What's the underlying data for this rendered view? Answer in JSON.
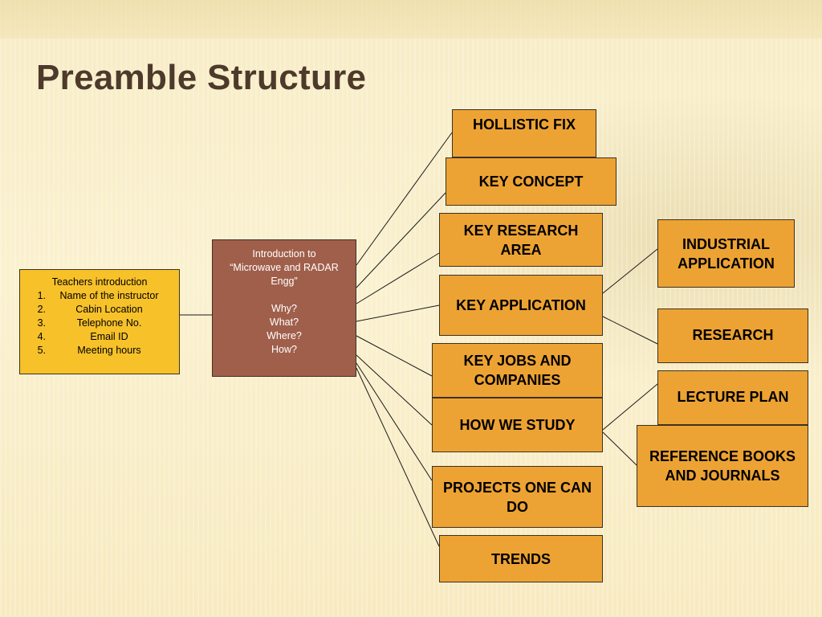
{
  "slide": {
    "title": "Preamble Structure"
  },
  "teacher_box": {
    "heading": "Teachers introduction",
    "items": [
      {
        "num": "1.",
        "text": "Name of the instructor"
      },
      {
        "num": "2.",
        "text": "Cabin Location"
      },
      {
        "num": "3.",
        "text": "Telephone No."
      },
      {
        "num": "4.",
        "text": "Email ID"
      },
      {
        "num": "5.",
        "text": "Meeting hours"
      }
    ]
  },
  "intro_box": {
    "lines": [
      "Introduction to",
      "“Microwave  and RADAR",
      "Engg”",
      "",
      "Why?",
      "What?",
      "Where?",
      "How?"
    ]
  },
  "topics": {
    "hollistic_fix": "HOLLISTIC FIX",
    "key_concept": "KEY CONCEPT",
    "key_research_area": "KEY RESEARCH AREA",
    "key_application": "KEY APPLICATION",
    "key_jobs": "KEY JOBS AND COMPANIES",
    "how_we_study": "HOW WE STUDY",
    "projects": "PROJECTS ONE CAN DO",
    "trends": "TRENDS"
  },
  "application_children": {
    "industrial": "INDUSTRIAL APPLICATION",
    "research": "RESEARCH"
  },
  "study_children": {
    "lecture_plan": "LECTURE PLAN",
    "reference_books": "REFERENCE BOOKS AND JOURNALS"
  },
  "colors": {
    "topic_box": "#eda333",
    "teacher_box": "#f7c12a",
    "intro_box": "#a05f4b",
    "title_text": "#4d3a2b",
    "connector": "#1a1a1a"
  }
}
